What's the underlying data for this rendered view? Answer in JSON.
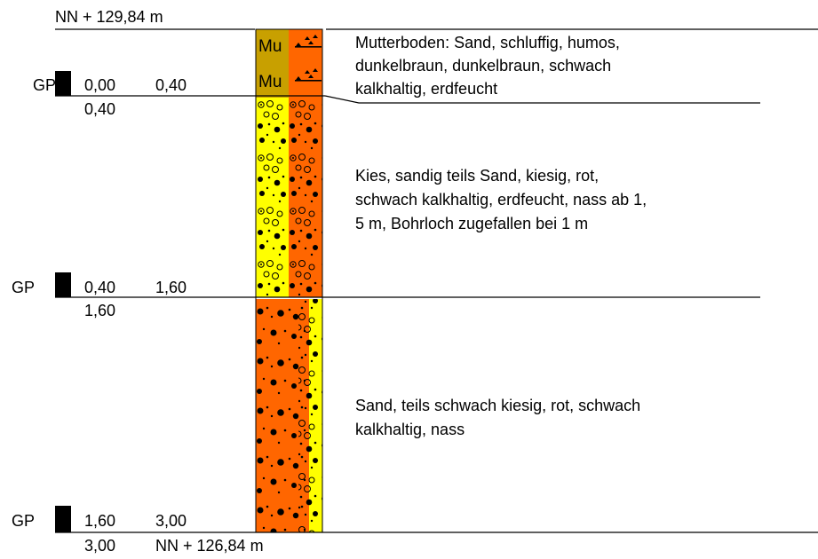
{
  "header": {
    "elevation_top": "NN + 129,84 m"
  },
  "footer": {
    "elevation_bottom": "NN + 126,84 m"
  },
  "layers": [
    {
      "gp_label": "GP",
      "sample_from": "0,00",
      "sample_to": "0,40",
      "layer_bottom": "0,40",
      "pattern_code": "Mu",
      "description": [
        "Mutterboden: Sand, schluffig, humos,",
        "dunkelbraun, dunkelbraun, schwach",
        "kalkhaltig, erdfeucht"
      ],
      "colors": {
        "left": "#c8a000",
        "right": "#ff6600"
      }
    },
    {
      "gp_label": "GP",
      "sample_from": "0,40",
      "sample_to": "1,60",
      "layer_bottom": "1,60",
      "description": [
        "Kies, sandig teils Sand, kiesig, rot,",
        "schwach kalkhaltig, erdfeucht, nass ab 1,",
        "5 m, Bohrloch zugefallen bei 1 m"
      ],
      "colors": {
        "left": "#ffff00",
        "right": "#ff6600"
      }
    },
    {
      "gp_label": "GP",
      "sample_from": "1,60",
      "sample_to": "3,00",
      "layer_bottom": "3,00",
      "description": [
        "Sand, teils schwach kiesig, rot, schwach",
        "kalkhaltig, nass"
      ],
      "colors": {
        "left": "#ff6600",
        "right": "#ffff00"
      }
    }
  ]
}
